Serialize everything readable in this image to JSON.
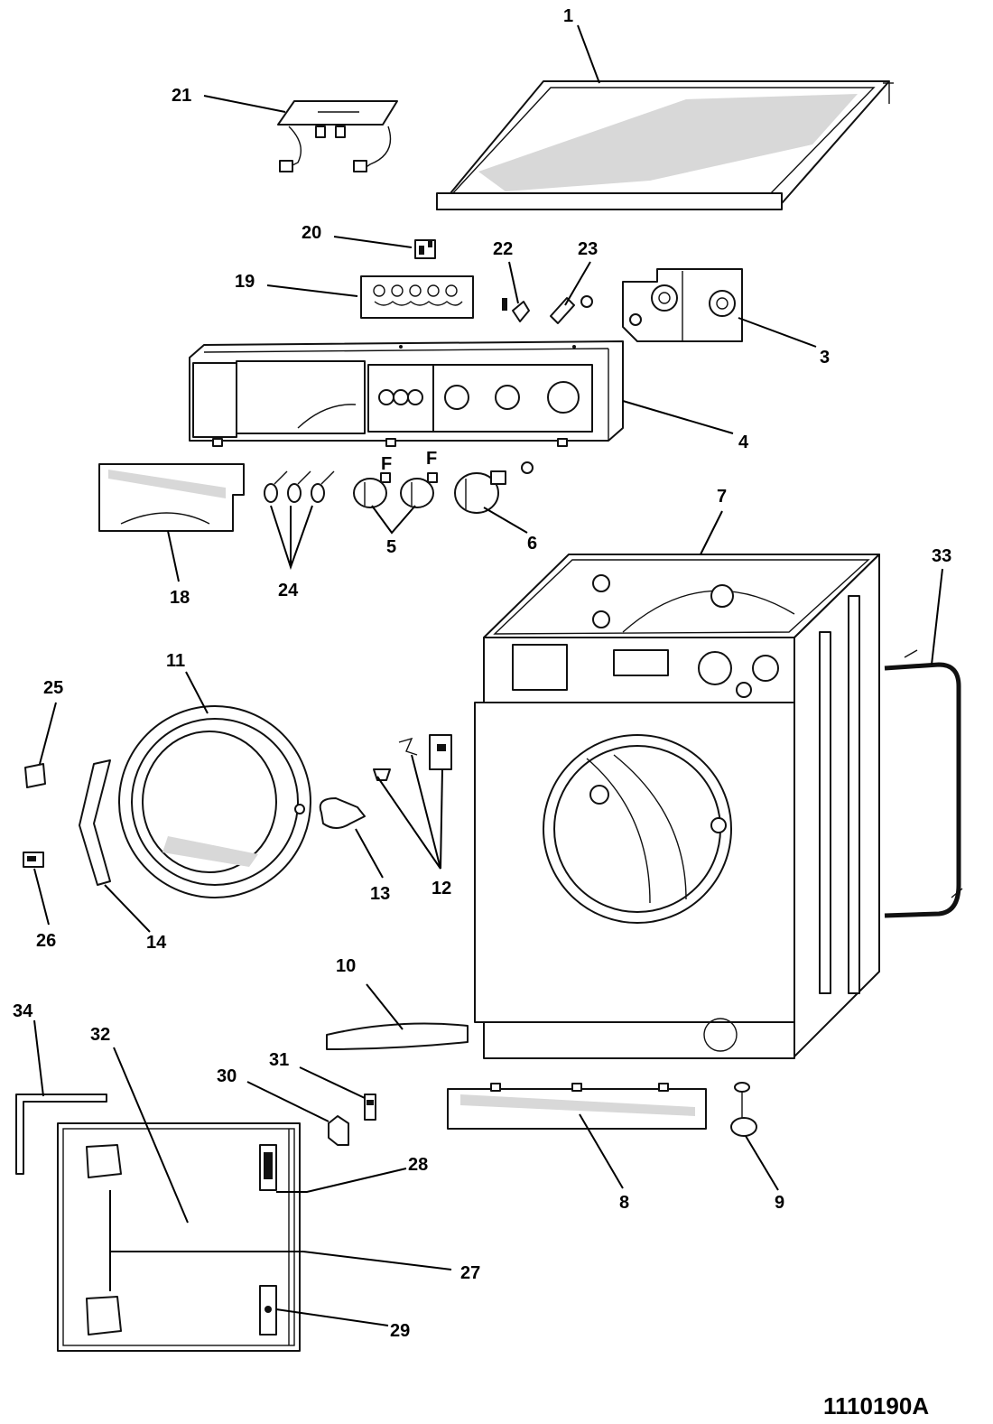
{
  "reference_code": "1110190A",
  "callouts": [
    "1",
    "3",
    "4",
    "5",
    "6",
    "7",
    "8",
    "9",
    "10",
    "11",
    "12",
    "13",
    "14",
    "18",
    "19",
    "20",
    "21",
    "22",
    "23",
    "24",
    "25",
    "26",
    "27",
    "28",
    "29",
    "30",
    "31",
    "32",
    "33",
    "34"
  ]
}
